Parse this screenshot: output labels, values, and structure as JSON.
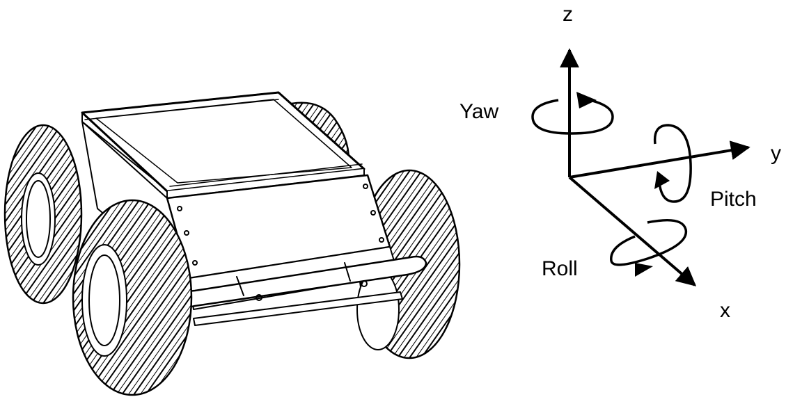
{
  "axes": {
    "z_label": "z",
    "y_label": "y",
    "x_label": "x"
  },
  "rotations": {
    "yaw_label": "Yaw",
    "pitch_label": "Pitch",
    "roll_label": "Roll"
  },
  "colors": {
    "ink": "#000000",
    "background": "#ffffff",
    "panel": "#ffffff"
  }
}
